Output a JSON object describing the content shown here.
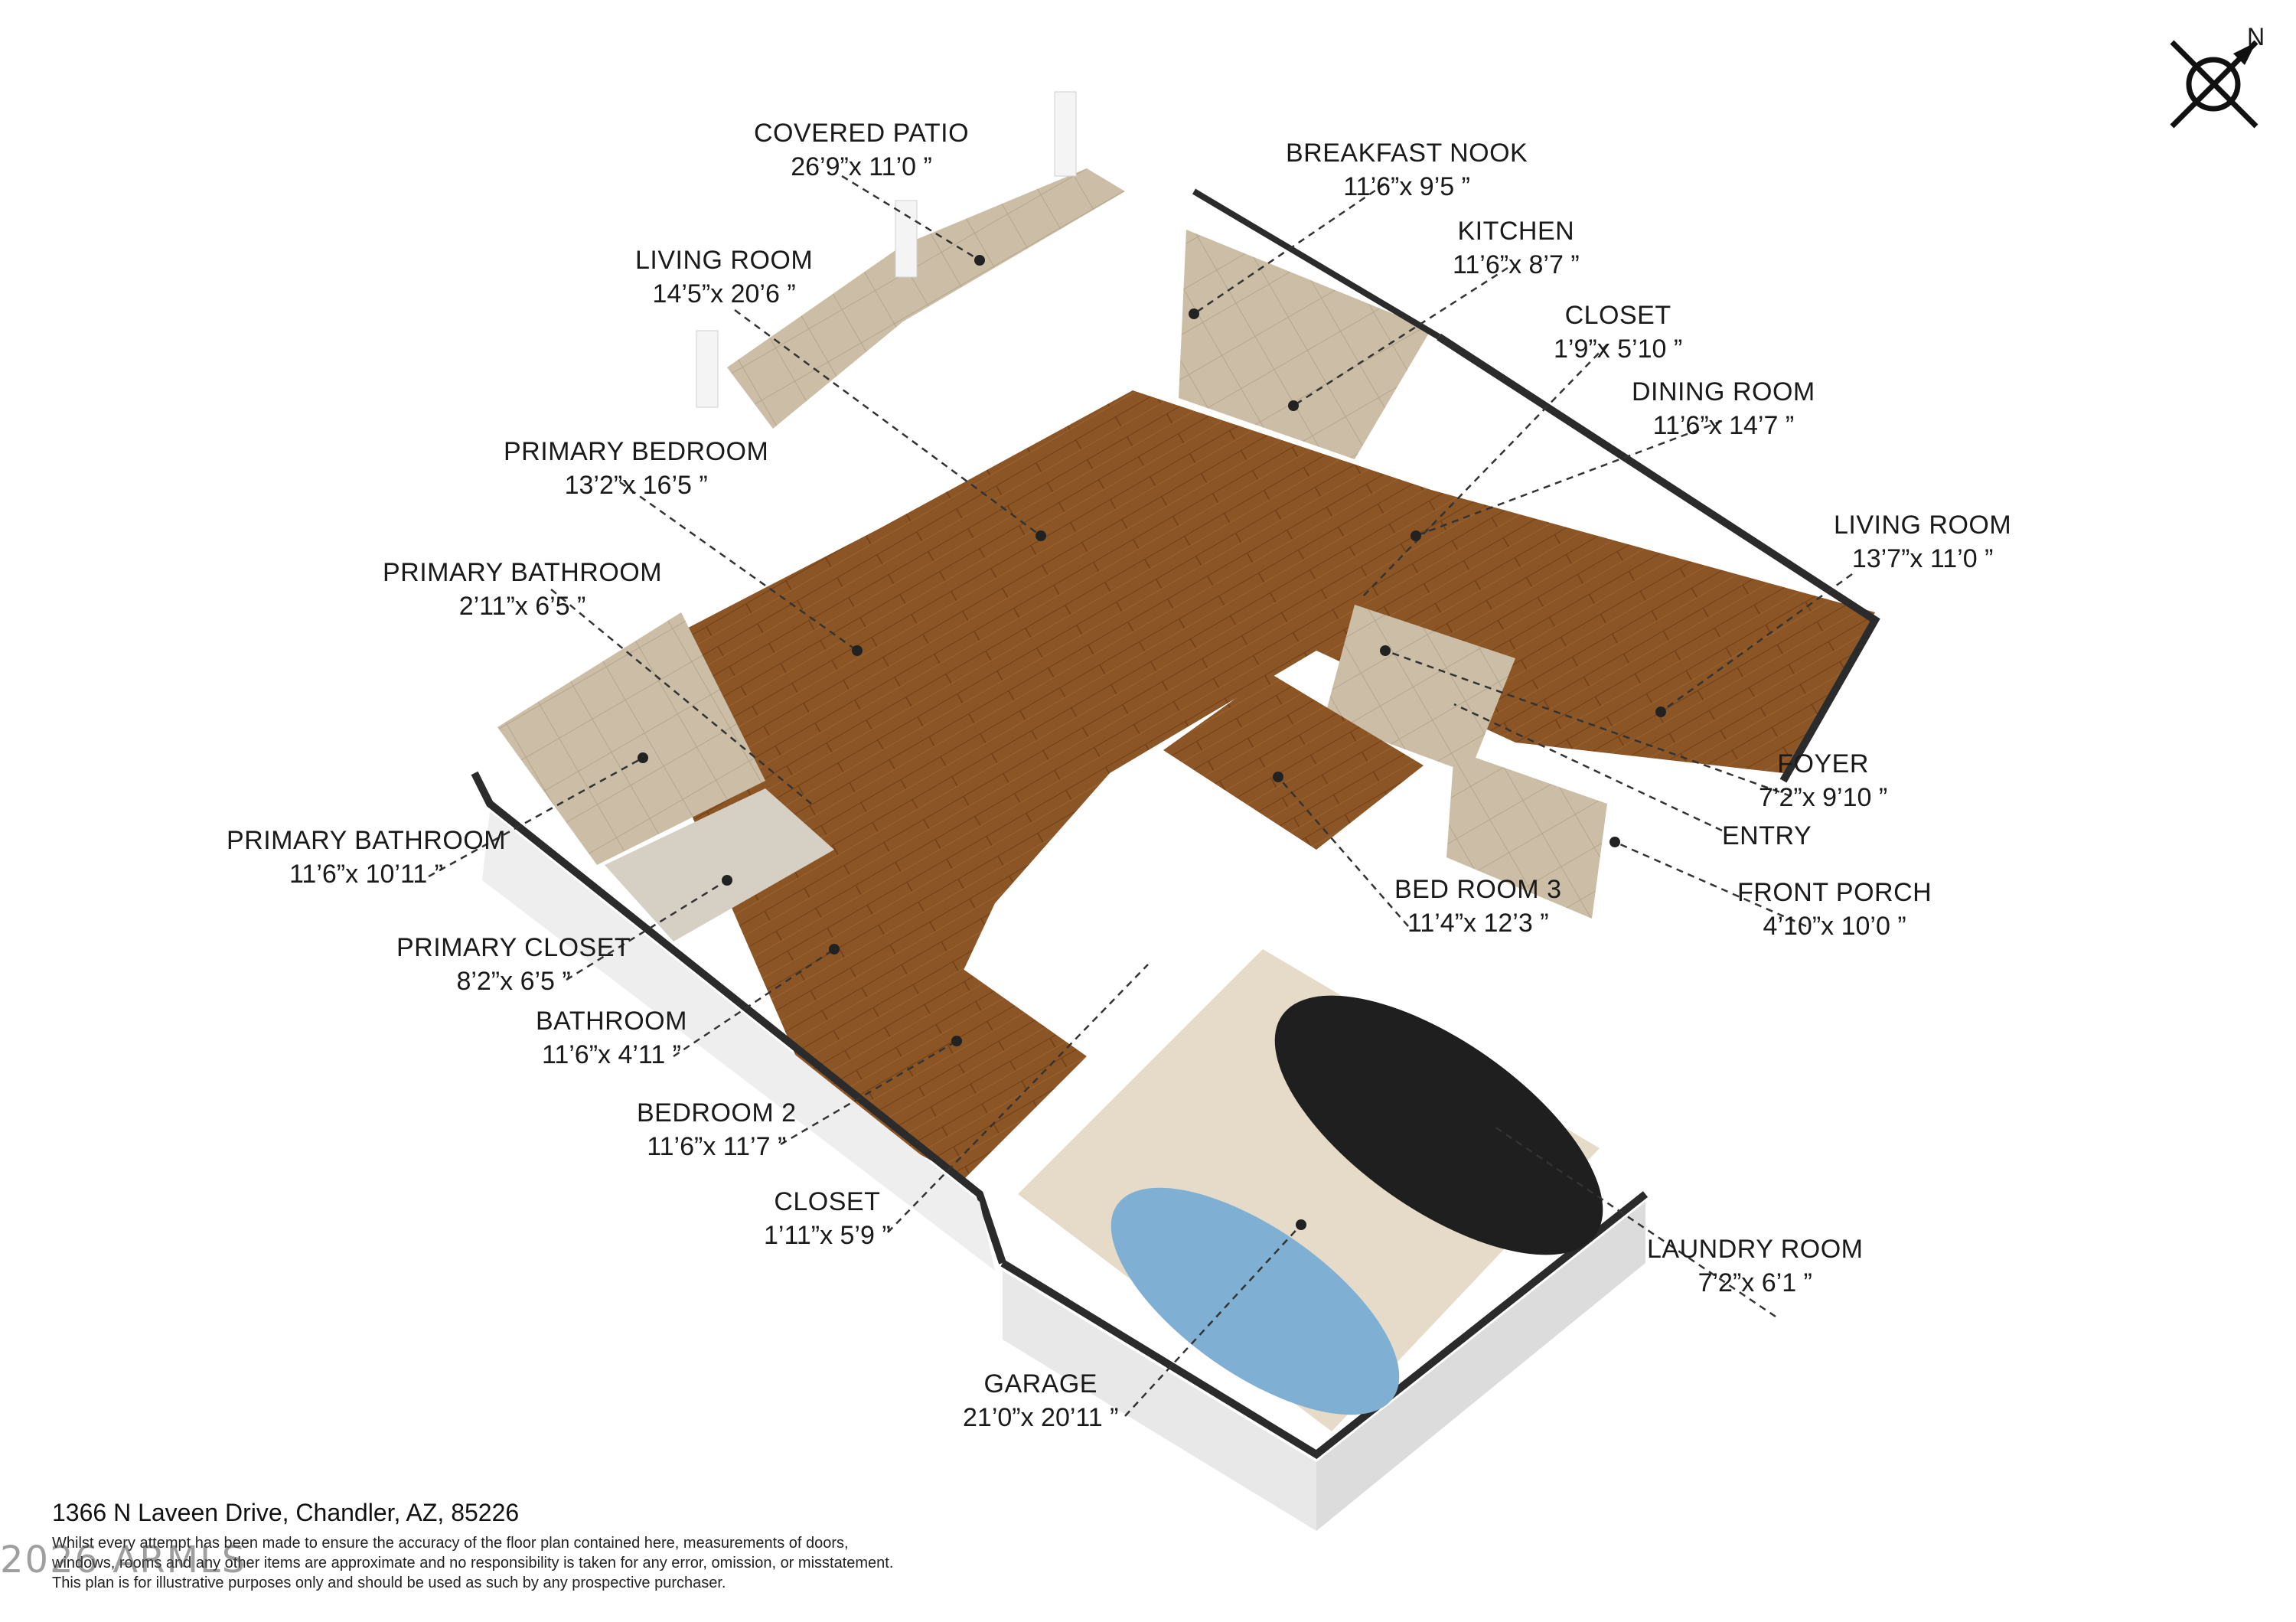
{
  "rooms": [
    {
      "name": "COVERED PATIO",
      "dims": "26’9”x 11’0 ”"
    },
    {
      "name": "BREAKFAST NOOK",
      "dims": "11’6”x 9’5 ”"
    },
    {
      "name": "KITCHEN",
      "dims": "11’6”x 8’7 ”"
    },
    {
      "name": "LIVING ROOM",
      "dims": "14’5”x 20’6 ”"
    },
    {
      "name": "CLOSET",
      "dims": "1’9”x 5’10 ”"
    },
    {
      "name": "DINING ROOM",
      "dims": "11’6”x 14’7 ”"
    },
    {
      "name": "PRIMARY BEDROOM",
      "dims": "13’2”x 16’5 ”"
    },
    {
      "name": "LIVING ROOM",
      "dims": "13’7”x 11’0 ”"
    },
    {
      "name": "PRIMARY BATHROOM",
      "dims": "2’11”x 6’5 ”"
    },
    {
      "name": "FOYER",
      "dims": "7’2”x 9’10 ”"
    },
    {
      "name": "ENTRY",
      "dims": ""
    },
    {
      "name": "PRIMARY BATHROOM",
      "dims": "11’6”x 10’11 ”"
    },
    {
      "name": "FRONT PORCH",
      "dims": "4’10”x 10’0 ”"
    },
    {
      "name": "BED ROOM 3",
      "dims": "11’4”x 12’3 ”"
    },
    {
      "name": "PRIMARY CLOSET",
      "dims": "8’2”x 6’5 ”"
    },
    {
      "name": "BATHROOM",
      "dims": "11’6”x 4’11 ”"
    },
    {
      "name": "BEDROOM 2",
      "dims": "11’6”x 11’7 ”"
    },
    {
      "name": "CLOSET",
      "dims": "1’11”x 5’9 ”"
    },
    {
      "name": "LAUNDRY ROOM",
      "dims": "7’2”x 6’1 ”"
    },
    {
      "name": "GARAGE",
      "dims": "21’0”x 20’11 ”"
    }
  ],
  "compass": {
    "north_label": "N",
    "icon": "compass-north-icon"
  },
  "footer": {
    "address": "1366 N Laveen Drive, Chandler, AZ, 85226",
    "disclaimer_1": "Whilst every attempt has been made to ensure the accuracy of the floor plan contained here, measurements of doors,",
    "disclaimer_2": "windows, rooms and any other items are approximate and no responsibility is taken for any error, omission, or misstatement.",
    "disclaimer_3": "This plan is for illustrative purposes only and should be used as such by any prospective purchaser."
  },
  "watermark": "2026 ARMLS",
  "colors": {
    "wood": "#8a5423",
    "wall": "#f2f2f2",
    "tile": "#c7b9a1",
    "garage": "#e6dccb",
    "wall_edge": "#2b2b2b"
  }
}
